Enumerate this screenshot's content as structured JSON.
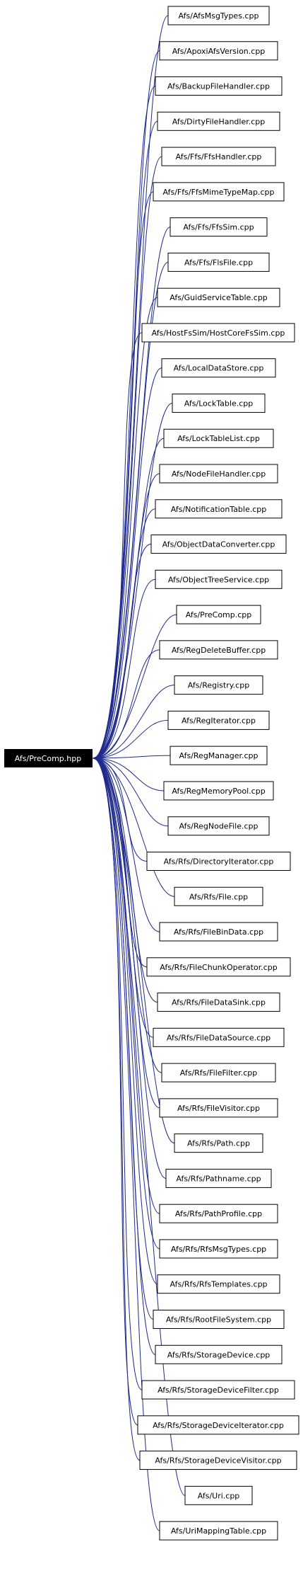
{
  "root": {
    "label": "Afs/PreComp.hpp"
  },
  "files": [
    "Afs/AfsMsgTypes.cpp",
    "Afs/ApoxiAfsVersion.cpp",
    "Afs/BackupFileHandler.cpp",
    "Afs/DirtyFileHandler.cpp",
    "Afs/Ffs/FfsHandler.cpp",
    "Afs/Ffs/FfsMimeTypeMap.cpp",
    "Afs/Ffs/FfsSim.cpp",
    "Afs/Ffs/FlsFile.cpp",
    "Afs/GuidServiceTable.cpp",
    "Afs/HostFsSim/HostCoreFsSim.cpp",
    "Afs/LocalDataStore.cpp",
    "Afs/LockTable.cpp",
    "Afs/LockTableList.cpp",
    "Afs/NodeFileHandler.cpp",
    "Afs/NotificationTable.cpp",
    "Afs/ObjectDataConverter.cpp",
    "Afs/ObjectTreeService.cpp",
    "Afs/PreComp.cpp",
    "Afs/RegDeleteBuffer.cpp",
    "Afs/Registry.cpp",
    "Afs/RegIterator.cpp",
    "Afs/RegManager.cpp",
    "Afs/RegMemoryPool.cpp",
    "Afs/RegNodeFile.cpp",
    "Afs/Rfs/DirectoryIterator.cpp",
    "Afs/Rfs/File.cpp",
    "Afs/Rfs/FileBinData.cpp",
    "Afs/Rfs/FileChunkOperator.cpp",
    "Afs/Rfs/FileDataSink.cpp",
    "Afs/Rfs/FileDataSource.cpp",
    "Afs/Rfs/FileFilter.cpp",
    "Afs/Rfs/FileVisitor.cpp",
    "Afs/Rfs/Path.cpp",
    "Afs/Rfs/Pathname.cpp",
    "Afs/Rfs/PathProfile.cpp",
    "Afs/Rfs/RfsMsgTypes.cpp",
    "Afs/Rfs/RfsTemplates.cpp",
    "Afs/Rfs/RootFileSystem.cpp",
    "Afs/Rfs/StorageDevice.cpp",
    "Afs/Rfs/StorageDeviceFilter.cpp",
    "Afs/Rfs/StorageDeviceIterator.cpp",
    "Afs/Rfs/StorageDeviceVisitor.cpp",
    "Afs/Uri.cpp",
    "Afs/UriMappingTable.cpp"
  ],
  "colors": {
    "edge": "#1f2a8c",
    "root_fill": "#000000",
    "root_text": "#ffffff",
    "node_border": "#000000"
  }
}
